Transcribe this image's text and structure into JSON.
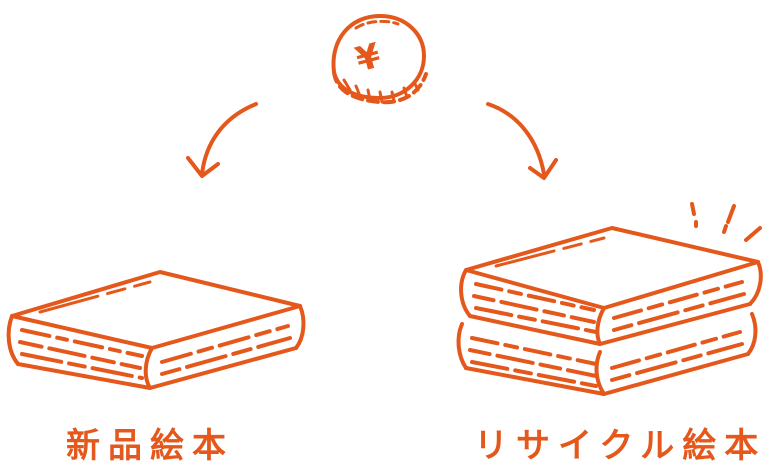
{
  "colors": {
    "ink": "#e5581c",
    "background": "#ffffff"
  },
  "coin": {
    "symbol": "¥",
    "icon": "yen-coin-icon"
  },
  "arrows": [
    "curved-arrow-left-icon",
    "curved-arrow-right-icon"
  ],
  "left": {
    "label": "新品絵本",
    "icon": "single-book-icon",
    "book_count": 1
  },
  "right": {
    "label": "リサイクル絵本",
    "icon": "stacked-books-icon",
    "book_count": 2,
    "accent": "sparkle-icon"
  }
}
